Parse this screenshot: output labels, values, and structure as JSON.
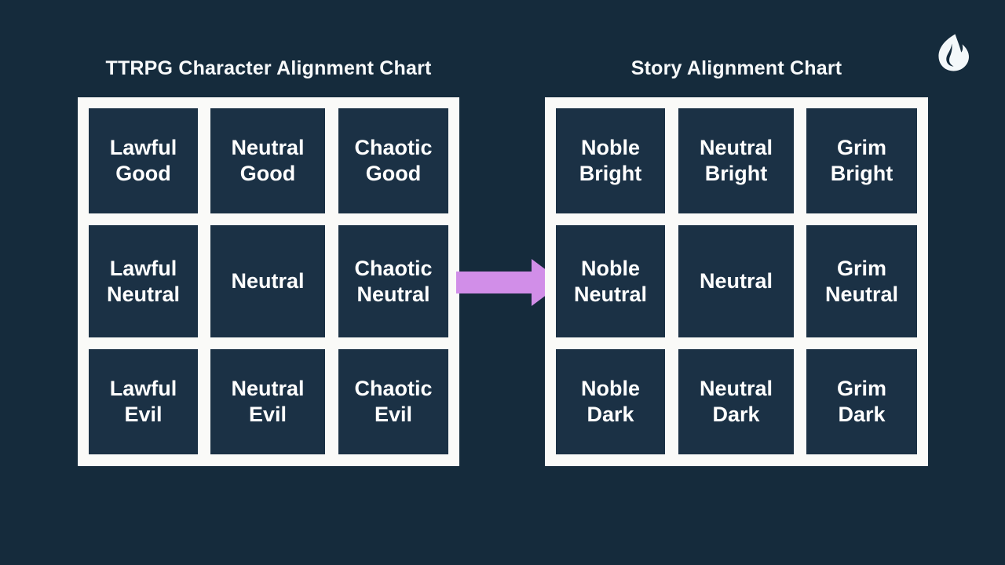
{
  "theme": {
    "background": "#152b3c",
    "panel": "#fafaf8",
    "cell": "#1b3145",
    "text": "#ffffff",
    "title_text": "#f7f9fa",
    "arrow": "#d18ee8",
    "logo": "#f4f8fa"
  },
  "logo": {
    "icon": "flame-logo-icon"
  },
  "charts": [
    {
      "id": "ttrpg-character-alignment-chart",
      "title": "TTRPG Character Alignment Chart",
      "columns": [
        "Lawful",
        "Neutral",
        "Chaotic"
      ],
      "rows": [
        "Good",
        "Neutral",
        "Evil"
      ],
      "cells": [
        [
          {
            "line1": "Lawful",
            "line2": "Good"
          },
          {
            "line1": "Neutral",
            "line2": "Good"
          },
          {
            "line1": "Chaotic",
            "line2": "Good"
          }
        ],
        [
          {
            "line1": "Lawful",
            "line2": "Neutral"
          },
          {
            "line1": "Neutral",
            "line2": ""
          },
          {
            "line1": "Chaotic",
            "line2": "Neutral"
          }
        ],
        [
          {
            "line1": "Lawful",
            "line2": "Evil"
          },
          {
            "line1": "Neutral",
            "line2": "Evil"
          },
          {
            "line1": "Chaotic",
            "line2": "Evil"
          }
        ]
      ]
    },
    {
      "id": "story-alignment-chart",
      "title": "Story Alignment Chart",
      "columns": [
        "Noble",
        "Neutral",
        "Grim"
      ],
      "rows": [
        "Bright",
        "Neutral",
        "Dark"
      ],
      "cells": [
        [
          {
            "line1": "Noble",
            "line2": "Bright"
          },
          {
            "line1": "Neutral",
            "line2": "Bright"
          },
          {
            "line1": "Grim",
            "line2": "Bright"
          }
        ],
        [
          {
            "line1": "Noble",
            "line2": "Neutral"
          },
          {
            "line1": "Neutral",
            "line2": ""
          },
          {
            "line1": "Grim",
            "line2": "Neutral"
          }
        ],
        [
          {
            "line1": "Noble",
            "line2": "Dark"
          },
          {
            "line1": "Neutral",
            "line2": "Dark"
          },
          {
            "line1": "Grim",
            "line2": "Dark"
          }
        ]
      ]
    }
  ],
  "arrow": {
    "icon": "right-arrow-icon",
    "direction": "right"
  }
}
